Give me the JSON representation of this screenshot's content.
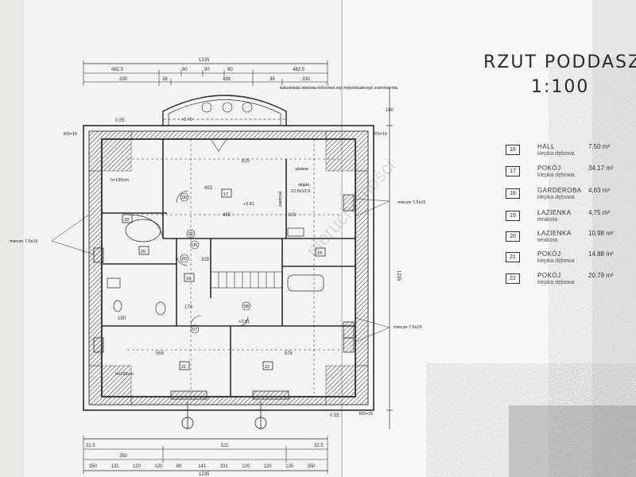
{
  "drawing": {
    "title": "RZUT PODDASZA",
    "scale": "1:100",
    "watermark": "nieruchomości"
  },
  "rooms": [
    {
      "num": "16",
      "name": "HALL",
      "area": "7.50 m²",
      "floor": "klepka dębowa"
    },
    {
      "num": "17",
      "name": "POKÓJ",
      "area": "34.17 m²",
      "floor": "klepka dębowa"
    },
    {
      "num": "18",
      "name": "GARDEROBA",
      "area": "4.63 m²",
      "floor": "klepka dębowa"
    },
    {
      "num": "19",
      "name": "ŁAZIENKA",
      "area": "4.75 m²",
      "floor": "terakota"
    },
    {
      "num": "20",
      "name": "ŁAZIENKA",
      "area": "10.98 m²",
      "floor": "terakota"
    },
    {
      "num": "21",
      "name": "POKÓJ",
      "area": "14.88 m²",
      "floor": "klepka dębowa"
    },
    {
      "num": "22",
      "name": "POKÓJ",
      "area": "20.79 m²",
      "floor": "klepka dębowa"
    }
  ],
  "plan_labels": {
    "top_total": "1235",
    "top_left_span": "482.5",
    "top_right_span": "482.5",
    "top_90a": "90",
    "top_90b": "90",
    "top_90c": "90",
    "dim_330a": "330",
    "dim_38": "38",
    "dim_499": "499",
    "dim_38b": "38",
    "dim_330b": "330",
    "balustrade_note": "balustrada stalowa kolorowa wg indywidualnego zamówienia",
    "level_275": "+2.75",
    "level_281": "+2.81",
    "level_281b": "+2.81",
    "dim_815": "815",
    "dim_485": "485",
    "dim_453": "453",
    "dim_103": "103",
    "dim_315": "315",
    "dim_555": "555",
    "dim_578": "578",
    "dim_170": "170",
    "dim_190": "190",
    "platew": "platew",
    "slupki": "słupki",
    "slupki_size": "12.5x12.5",
    "zastrzal": "zastrzał",
    "miecze_left": "miecze 7.5x15",
    "miecze_right_top": "miecze 7.5x15",
    "miecze_right_bottom": "miecze 7.5x15",
    "rs_tl": "RS=15",
    "rs_tr": "RS=15",
    "rs_br": "RS=15",
    "height_190a": "h=190cm",
    "height_190b": "h=190cm",
    "bottom_total": "1235",
    "bottom_511": "511",
    "bottom_350": "350",
    "bottom_325a": "32.5",
    "bottom_325b": "32.5",
    "side_1235": "1235",
    "dim_055a": "0.55",
    "dim_055b": "0.55",
    "dim_180": "180",
    "room16": "16",
    "room17": "17",
    "room18": "18",
    "room19": "19",
    "room20": "20",
    "room21": "21",
    "room22": "22",
    "tag_06a": "06",
    "tag_06b": "06",
    "tag_05": "05",
    "tag_03": "03",
    "tag_08": "08",
    "tag_07": "07",
    "bottom_row": [
      "350",
      "131",
      "120",
      "120",
      "88",
      "141",
      "331",
      "120",
      "120",
      "135",
      "350"
    ]
  },
  "colors": {
    "paper": "#f3f3f1",
    "ink": "#2b2b2b",
    "photocopy_noise": "#8a8a8a"
  }
}
